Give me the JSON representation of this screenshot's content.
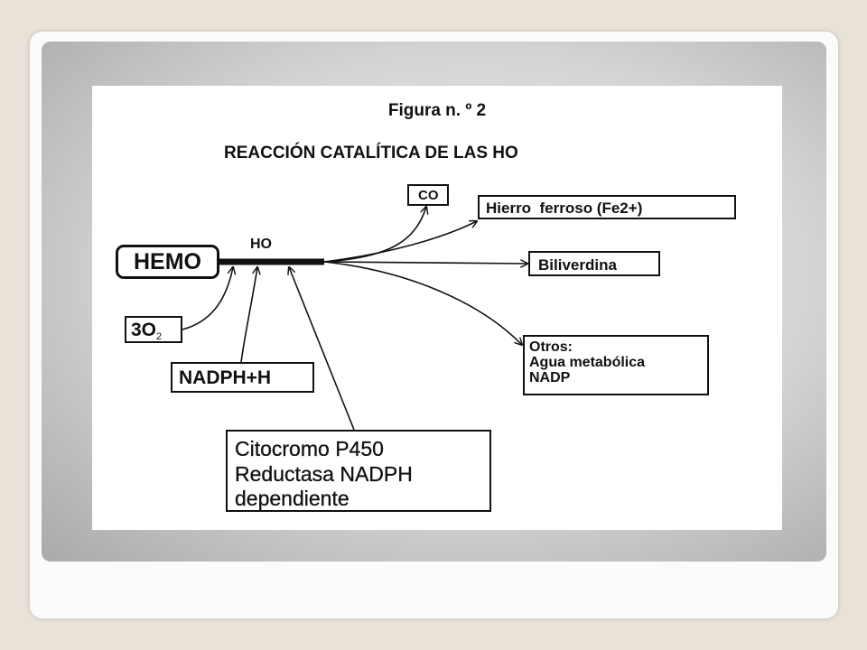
{
  "figure": {
    "title": "Figura n. º 2",
    "subtitle": "REACCIÓN CATALÍTICA DE LAS HO"
  },
  "nodes": {
    "hemo": "HEMO",
    "ho": "HO",
    "co": "CO",
    "hierro": "Hierro  ferroso (Fe2+)",
    "biliverdina": "Biliverdina",
    "otros": [
      "Otros:",
      "Agua metabólica",
      "NADP"
    ],
    "o2_main": "3O",
    "o2_sub": "2",
    "nadph": "NADPH+H",
    "citocromo": [
      "Citocromo P450",
      "Reductasa NADPH",
      "dependiente"
    ]
  },
  "colors": {
    "stroke": "#111111",
    "figure_bg": "#ffffff"
  }
}
